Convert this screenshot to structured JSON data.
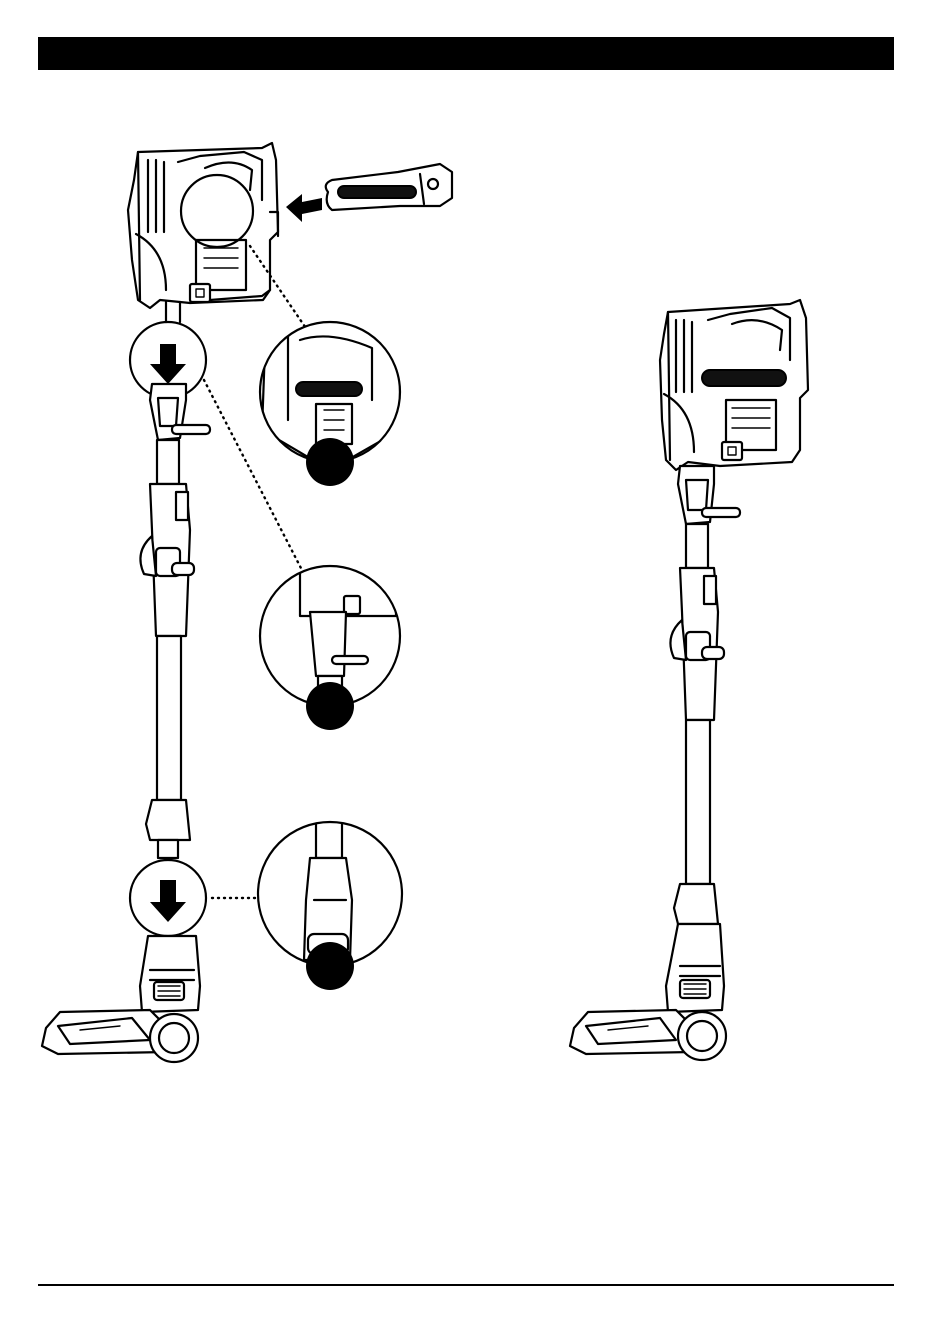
{
  "header": {
    "title": ""
  },
  "figure": {
    "left_assembly": "vacuum-handheld-wand-floor-nozzle-assembly",
    "right_assembly": "vacuum-fully-assembled",
    "callouts": [
      {
        "name": "detail-callout-top",
        "number": ""
      },
      {
        "name": "detail-callout-middle",
        "number": ""
      },
      {
        "name": "detail-callout-bottom",
        "number": ""
      }
    ],
    "arrows": [
      "insert-direction-arrow-icon",
      "down-arrow-icon",
      "down-arrow-icon"
    ]
  },
  "colors": {
    "ink": "#000000",
    "paper": "#ffffff",
    "accent_grey": "#555555"
  }
}
